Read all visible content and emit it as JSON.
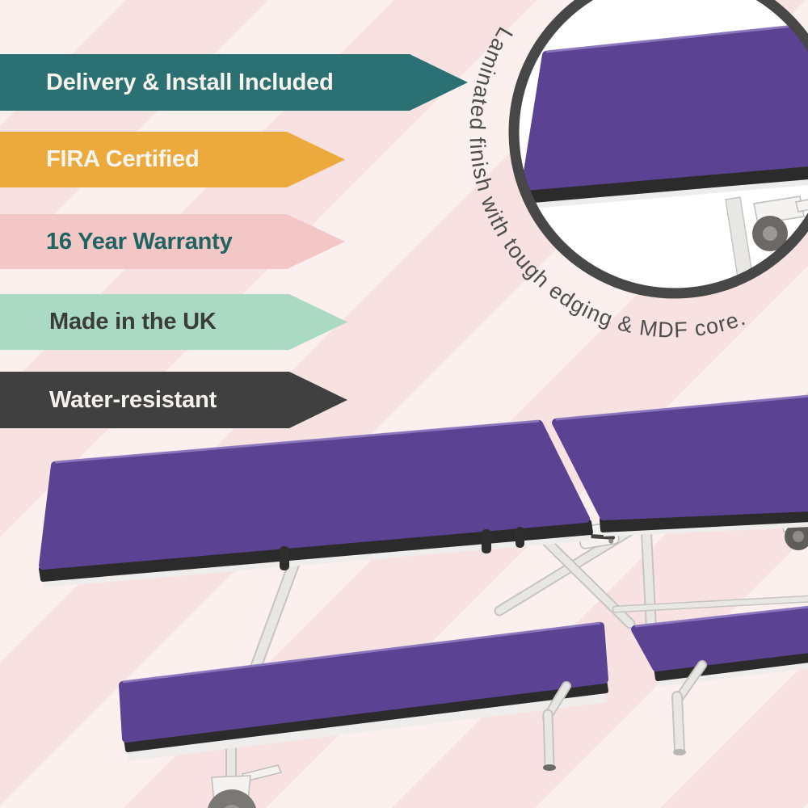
{
  "background": {
    "base": "#FCF0EF",
    "stripe": "#F8E2E1"
  },
  "banners": [
    {
      "label": "Delivery & Install Included",
      "bg": "#2B7173",
      "text_color": "#F7F3ED"
    },
    {
      "label": "FIRA Certified",
      "bg": "#ECA93C",
      "text_color": "#F9F5EF"
    },
    {
      "label": "16 Year Warranty",
      "bg": "#F2C7C6",
      "text_color": "#1E6462"
    },
    {
      "label": "Made in the UK",
      "bg": "#AADAC3",
      "text_color": "#3B3D3C"
    },
    {
      "label": "Water-resistant",
      "bg": "#414040",
      "text_color": "#F5F1EB"
    }
  ],
  "inset": {
    "caption": "Laminated finish with tough edging & MDF core.",
    "ring_color": "#474747",
    "caption_color": "#4D4D4D",
    "fill": "#FFFFFF"
  },
  "product": {
    "name": "mobile-folding-bench-table",
    "top_color": "#5C4293",
    "top_highlight": "#8F7CC0",
    "edge_color": "#2B2B2B",
    "side_color": "#EFEDEB",
    "frame_color": "#E8E7E4",
    "frame_stroke": "#C6C4C1",
    "wheel_color": "#7A7875",
    "wheel_hub": "#98969A",
    "caster_dark": "#5F5D5A"
  }
}
